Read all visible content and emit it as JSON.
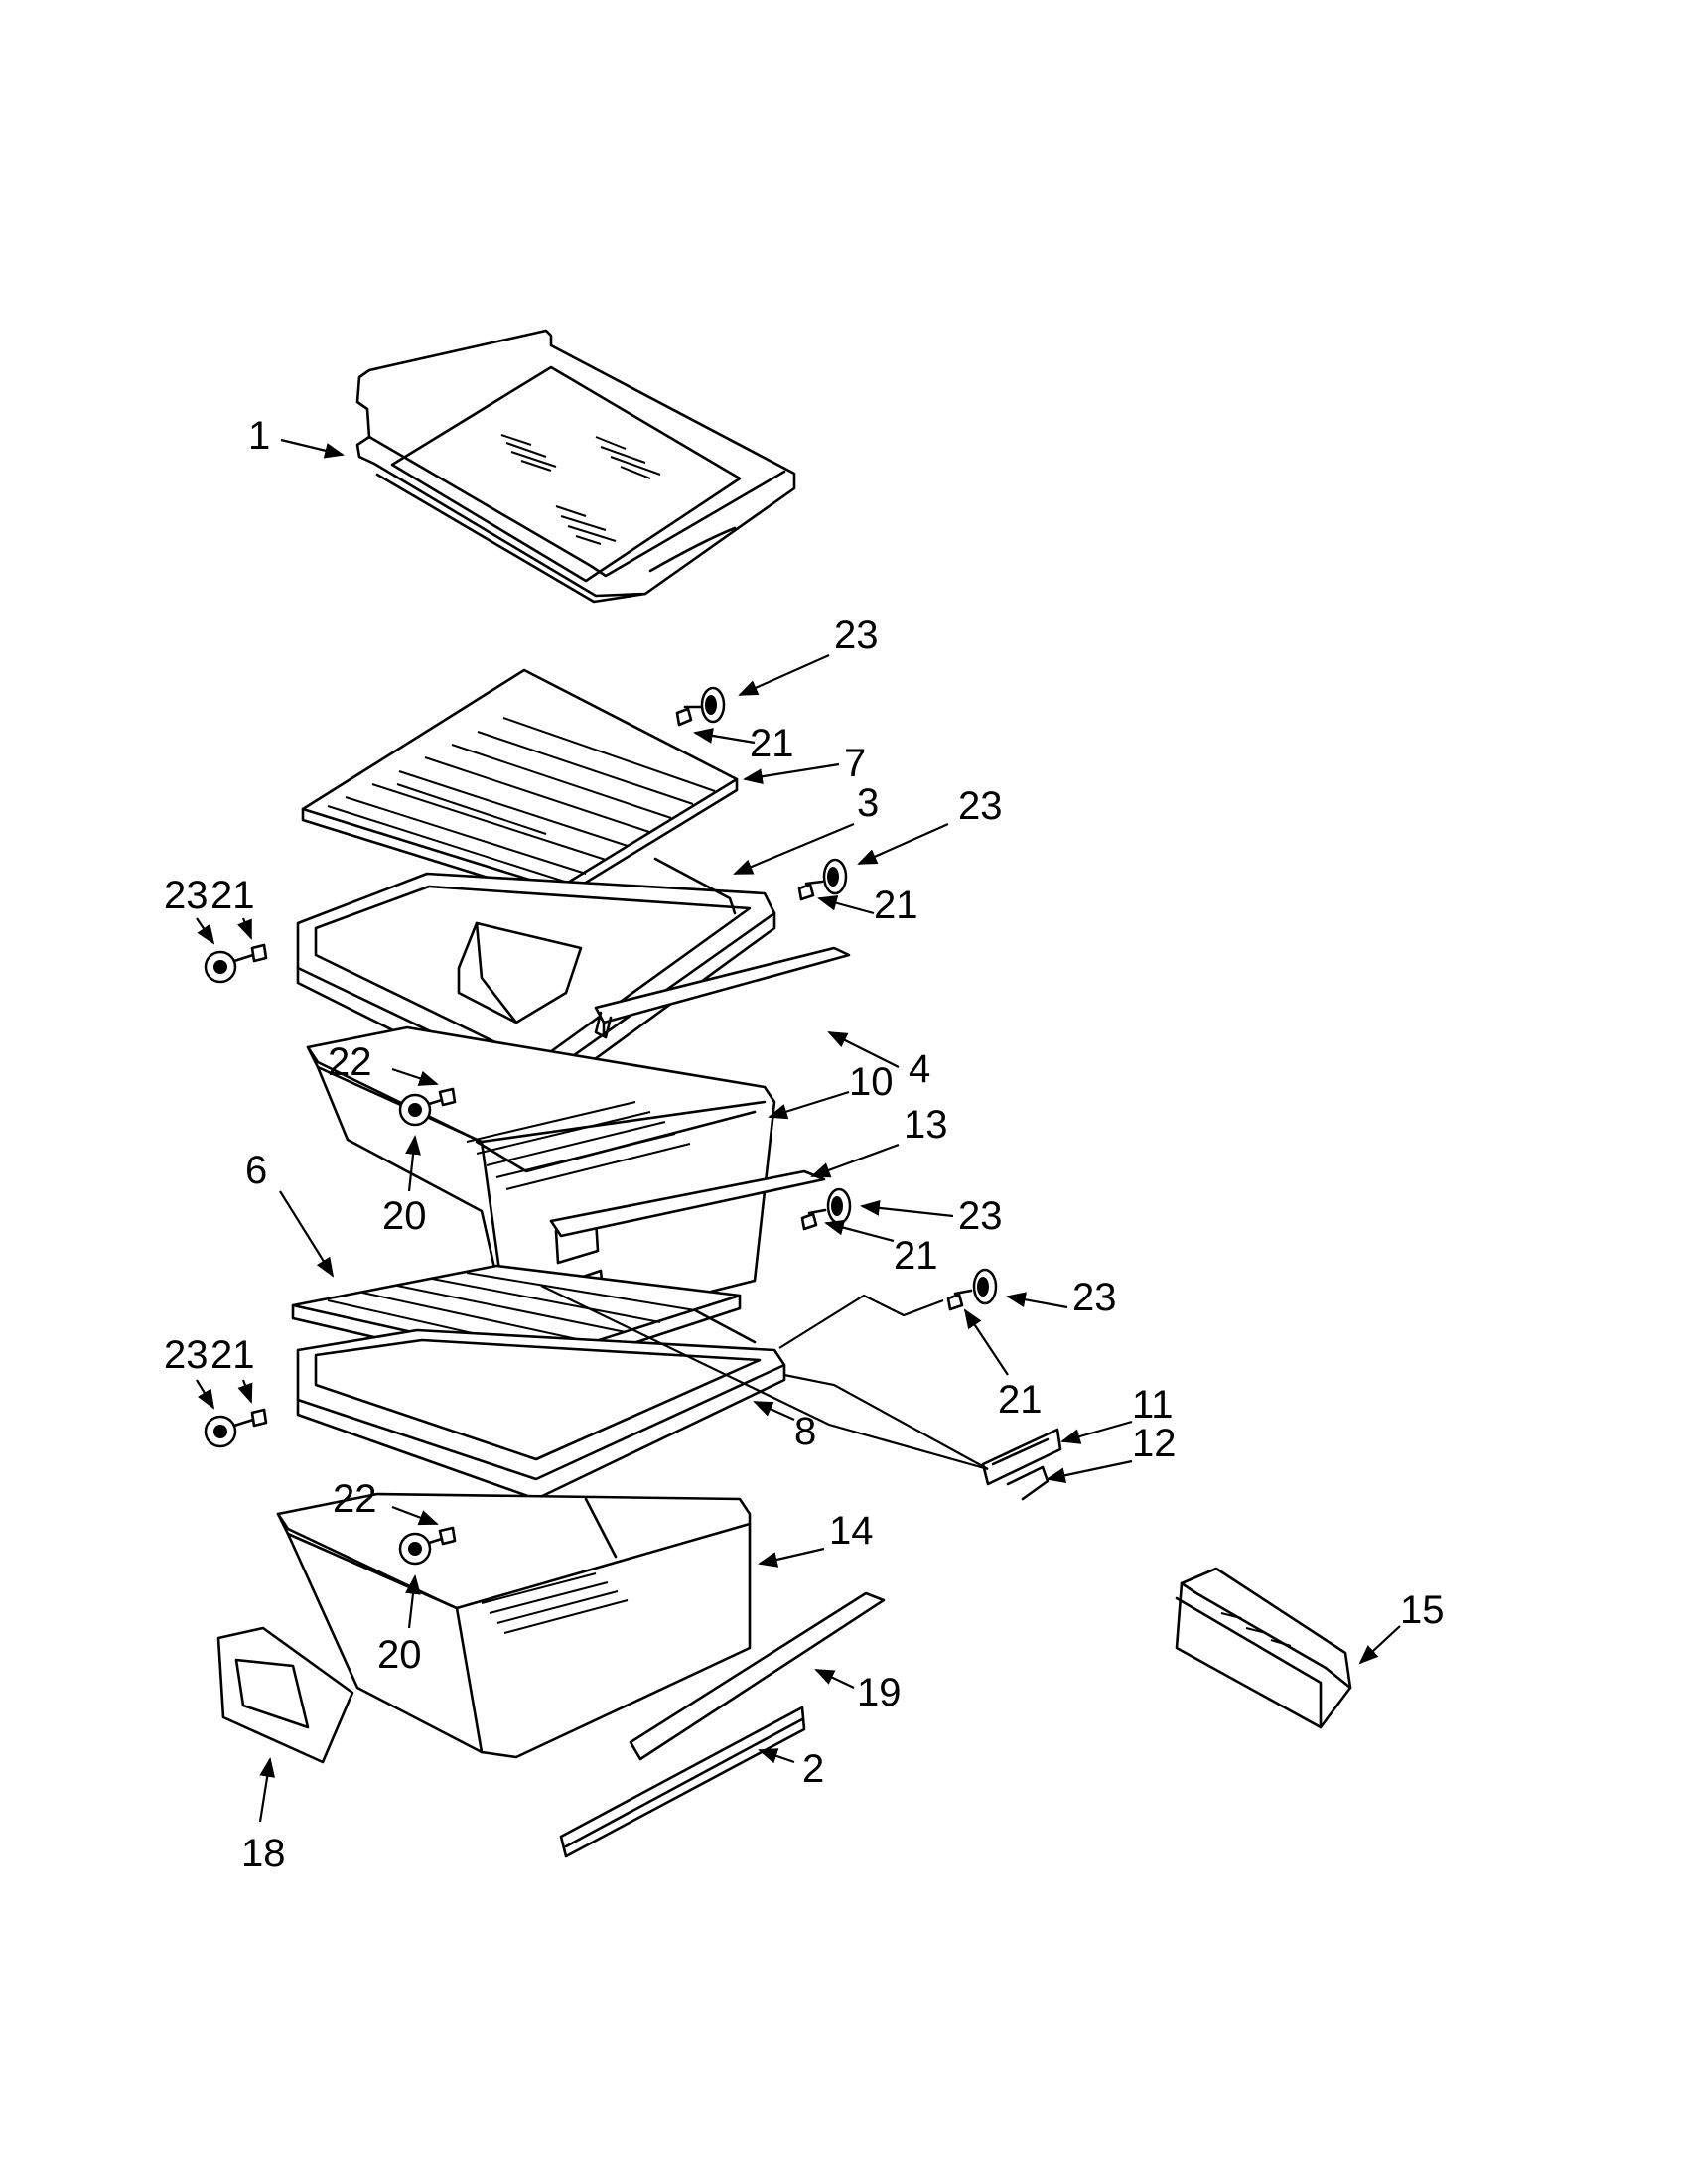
{
  "callouts": {
    "c1": "1",
    "c23a": "23",
    "c21a": "21",
    "c7": "7",
    "c3": "3",
    "c23b": "23",
    "c21b": "21",
    "c23c": "23",
    "c21c": "21",
    "c4": "4",
    "c22a": "22",
    "c10": "10",
    "c13": "13",
    "c6": "6",
    "c20a": "20",
    "c23d": "23",
    "c21d": "21",
    "c23e": "23",
    "c21e": "21",
    "c23f": "23",
    "c21f": "21",
    "c11": "11",
    "c12": "12",
    "c8": "8",
    "c22b": "22",
    "c14": "14",
    "c15": "15",
    "c20b": "20",
    "c19": "19",
    "c2": "2",
    "c18": "18"
  }
}
